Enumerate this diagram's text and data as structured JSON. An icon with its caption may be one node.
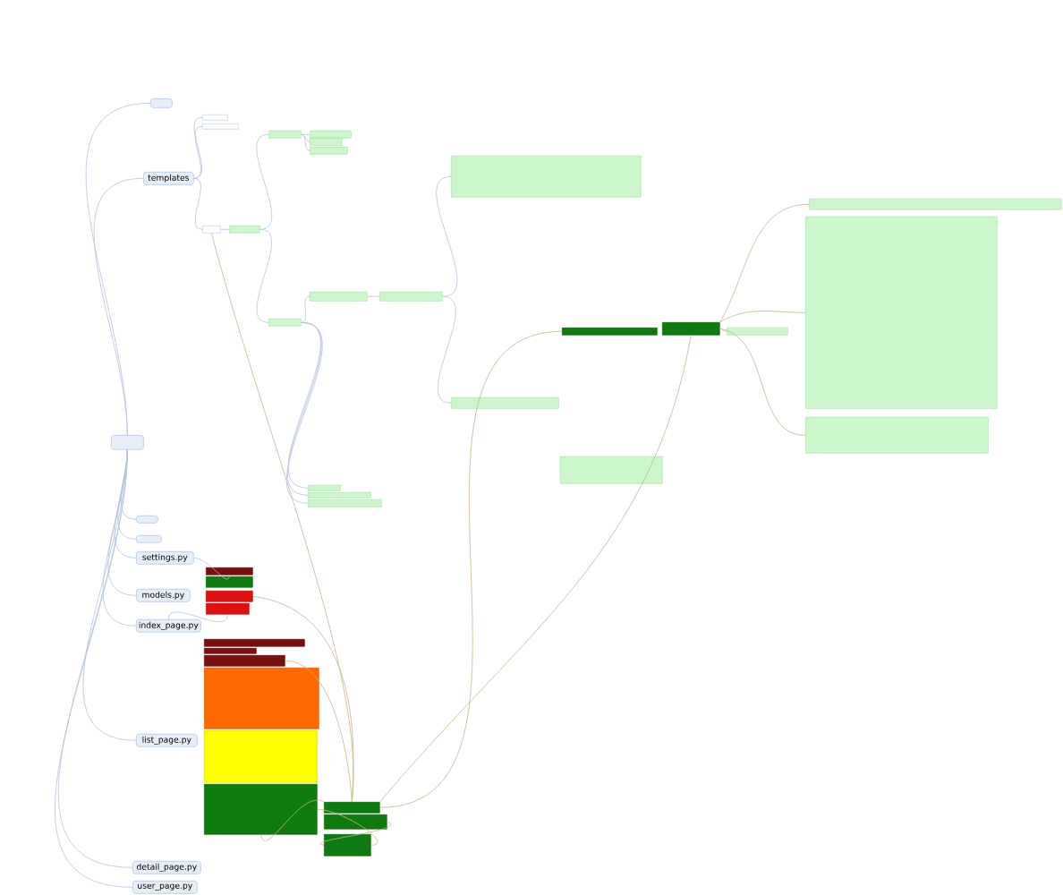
{
  "diagram": {
    "nodes": [
      {
        "text": [],
        "shape": "box"
      },
      {
        "text": [],
        "shape": "box"
      },
      {
        "text": [
          "templates"
        ]
      },
      {
        "text": [],
        "shape": "box"
      },
      {
        "text": [],
        "shape": "box"
      },
      {
        "text": [
          "settings.py"
        ]
      },
      {
        "text": [
          "models.py"
        ]
      },
      {
        "text": [
          "index_page.py"
        ]
      },
      {
        "text": [
          "list_page.py"
        ]
      },
      {
        "text": [
          "detail_page.py"
        ]
      },
      {
        "text": [
          "user_page.py"
        ]
      },
      {
        "text": [],
        "shape": "box"
      },
      {
        "text": [],
        "shape": "box"
      },
      {
        "text": [],
        "shape": "box"
      },
      {
        "text": [],
        "shape": "box"
      },
      {
        "text": [],
        "shape": "box"
      },
      {
        "text": [],
        "shape": "box"
      },
      {
        "text": [],
        "shape": "box"
      },
      {
        "text": [],
        "shape": "box"
      },
      {
        "text": [],
        "shape": "box"
      },
      {
        "text": [],
        "shape": "box"
      },
      {
        "text": [],
        "shape": "box"
      },
      {
        "text": [],
        "shape": "box"
      },
      {
        "text": [],
        "shape": "box"
      },
      {
        "text": [],
        "shape": "box"
      },
      {
        "text": [],
        "shape": "box"
      },
      {
        "text": [],
        "shape": "box"
      },
      {
        "text": [],
        "shape": "box"
      },
      {
        "text": [],
        "shape": "box"
      },
      {
        "text": [],
        "shape": "box"
      },
      {
        "text": [],
        "shape": "box"
      },
      {
        "text": [],
        "shape": "box"
      },
      {
        "text": [],
        "shape": "box"
      },
      {
        "text": [],
        "shape": "box"
      },
      {
        "text": [],
        "shape": "box"
      },
      {
        "text": [],
        "shape": "box"
      },
      {
        "text": [],
        "shape": "box"
      },
      {
        "text": [],
        "shape": "box"
      },
      {
        "text": [],
        "shape": "box"
      },
      {
        "text": [],
        "shape": "box"
      },
      {
        "text": [],
        "shape": "box"
      },
      {
        "text": [],
        "shape": "box"
      },
      {
        "text": [],
        "shape": "box"
      },
      {
        "text": [],
        "shape": "box"
      },
      {
        "text": [],
        "shape": "box"
      },
      {
        "text": [],
        "shape": "box"
      },
      {
        "text": [],
        "shape": "box"
      }
    ],
    "edges": [
      {
        "from": 0,
        "to": 1,
        "arrow": "none"
      },
      {
        "from": 0,
        "to": 2,
        "arrow": "none"
      },
      {
        "from": 0,
        "to": 3,
        "arrow": "none"
      },
      {
        "from": 0,
        "to": 4,
        "arrow": "none"
      },
      {
        "from": 0,
        "to": 5,
        "arrow": "none"
      },
      {
        "from": 0,
        "to": 6,
        "arrow": "none"
      },
      {
        "from": 0,
        "to": 7,
        "arrow": "none"
      },
      {
        "from": 0,
        "to": 8,
        "arrow": "none"
      },
      {
        "from": 0,
        "to": 9,
        "arrow": "none"
      },
      {
        "from": 0,
        "to": 10,
        "arrow": "none"
      },
      {
        "from": 2,
        "to": 11,
        "arrow": "none"
      },
      {
        "from": 2,
        "to": 12,
        "arrow": "none"
      },
      {
        "from": 2,
        "to": 13,
        "arrow": "none"
      },
      {
        "from": 13,
        "to": 14,
        "arrow": "none"
      },
      {
        "from": 14,
        "to": 15,
        "arrow": "none"
      },
      {
        "from": 14,
        "to": 16,
        "arrow": "none"
      },
      {
        "from": 15,
        "to": 17,
        "arrow": "none"
      },
      {
        "from": 15,
        "to": 18,
        "arrow": "none"
      },
      {
        "from": 15,
        "to": 19,
        "arrow": "none"
      },
      {
        "from": 16,
        "to": 20,
        "arrow": "none"
      },
      {
        "from": 16,
        "to": 21,
        "arrow": "none"
      },
      {
        "from": 16,
        "to": 22,
        "arrow": "none"
      },
      {
        "from": 16,
        "to": 23,
        "arrow": "none"
      },
      {
        "from": 20,
        "to": 24,
        "arrow": "none"
      },
      {
        "from": 24,
        "to": 25,
        "arrow": "none"
      },
      {
        "from": 24,
        "to": 26,
        "arrow": "none"
      },
      {
        "from": 5,
        "to": 34,
        "arrow": "none"
      },
      {
        "from": 7,
        "to": 37,
        "arrow": "none"
      },
      {
        "from": 28,
        "to": 29,
        "arrow": "none"
      },
      {
        "from": 13,
        "to": 44,
        "arrow": "none",
        "color": "#c8b48c"
      },
      {
        "from": 36,
        "to": 44,
        "arrow": "none",
        "color": "#c8b48c"
      },
      {
        "from": 40,
        "to": 44,
        "arrow": "none",
        "color": "#c8b48c"
      },
      {
        "from": 43,
        "to": 44,
        "arrow": "none",
        "color": "#c8b48c"
      },
      {
        "from": 44,
        "to": 27,
        "arrow": "none",
        "color": "#c8b48c"
      },
      {
        "from": 44,
        "to": 28,
        "arrow": "none",
        "color": "#c8b48c"
      },
      {
        "from": 28,
        "to": 30,
        "arrow": "none",
        "color": "#c8b48c"
      },
      {
        "from": 28,
        "to": 31,
        "arrow": "none",
        "color": "#c8b48c"
      },
      {
        "from": 28,
        "to": 32,
        "arrow": "none",
        "color": "#c8b48c"
      },
      {
        "from": 45,
        "to": 46,
        "arrow": "none",
        "color": "#c8b48c"
      },
      {
        "from": 46,
        "to": 43,
        "arrow": "none",
        "color": "#c8b48c"
      }
    ]
  }
}
